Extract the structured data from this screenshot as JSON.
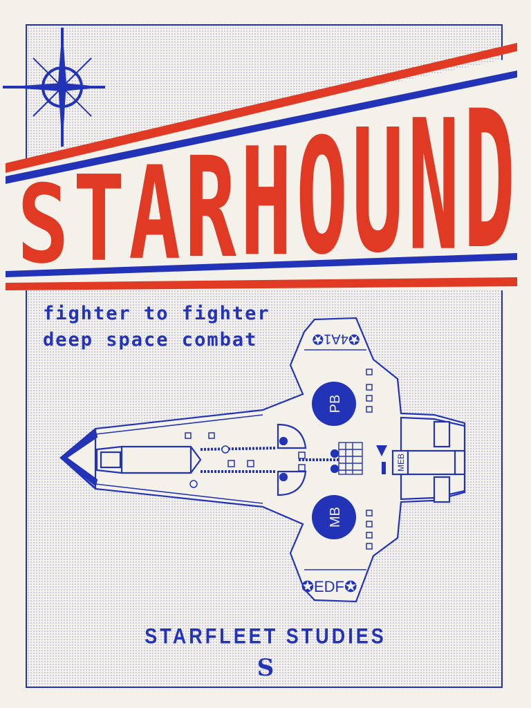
{
  "title": "STARHOUND",
  "tagline": {
    "line1": "fighter to fighter",
    "line2": "deep space combat"
  },
  "ship": {
    "registry_top": "✪4A1✪",
    "registry_bottom": "✪EDF✪",
    "pod_upper": "PB",
    "pod_lower": "MB",
    "engine_block": "MEB"
  },
  "publisher": "STARFLEET STUDIES",
  "publisher_logo": "S",
  "colors": {
    "paper": "#f3f1ea",
    "blue": "#2233b8",
    "red": "#e03a24"
  }
}
